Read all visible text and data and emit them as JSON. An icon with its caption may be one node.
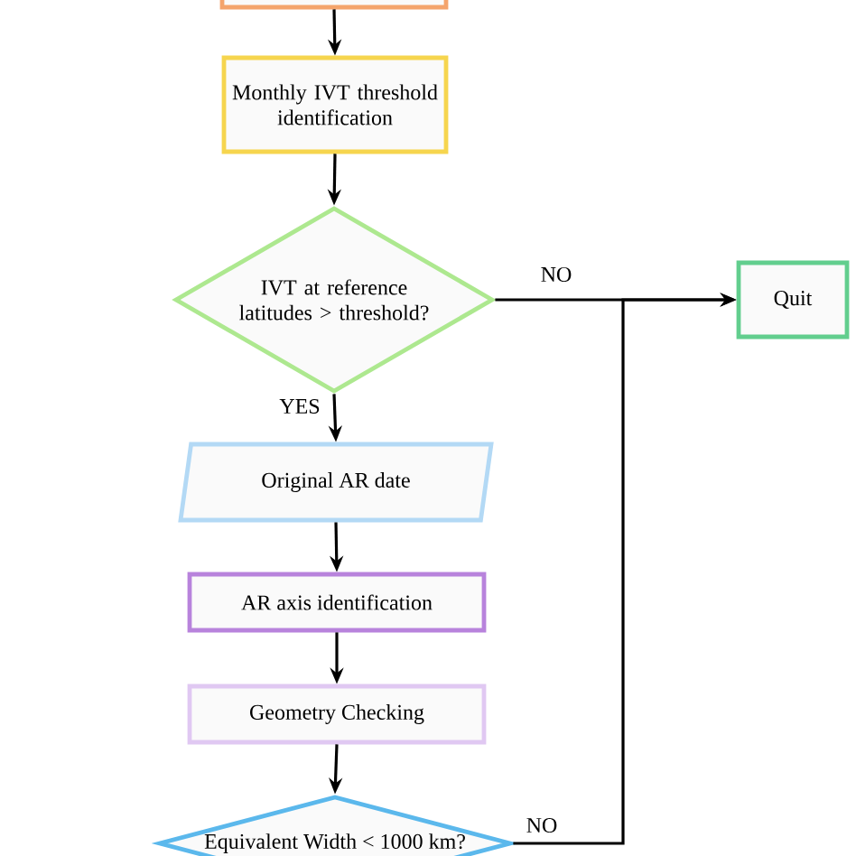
{
  "diagram": {
    "nodes": [
      {
        "text": [],
        "shape": "box"
      },
      {
        "text": [
          "Monthly IVT threshold identification"
        ]
      },
      {
        "text": [
          "IVT at reference latitudes > threshold?"
        ]
      },
      {
        "text": [
          "Quit"
        ]
      },
      {
        "text": [
          "Original AR date"
        ]
      },
      {
        "text": [
          "AR axis identification"
        ]
      },
      {
        "text": [
          "Geometry Checking"
        ]
      },
      {
        "text": [
          "Equivalent Width < 1000 km?"
        ]
      }
    ],
    "edges": [
      {
        "from": 0,
        "to": 1,
        "arrow": "to"
      },
      {
        "from": 1,
        "to": 2,
        "arrow": "to"
      },
      {
        "from": 2,
        "to": 3,
        "arrow": "to",
        "label": "NO"
      },
      {
        "from": 2,
        "to": 4,
        "arrow": "to",
        "label": "YES"
      },
      {
        "from": 4,
        "to": 5,
        "arrow": "to"
      },
      {
        "from": 5,
        "to": 6,
        "arrow": "to"
      },
      {
        "from": 6,
        "to": 7,
        "arrow": "to"
      },
      {
        "from": 7,
        "to": 3,
        "arrow": "to",
        "label": "NO"
      }
    ]
  }
}
